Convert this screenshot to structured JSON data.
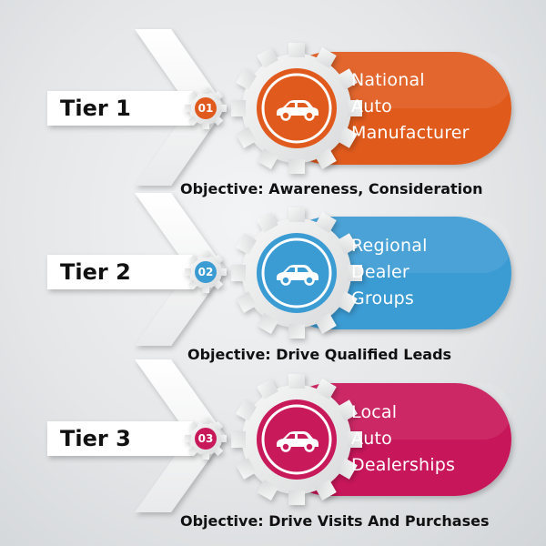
{
  "tiers": [
    {
      "label": "Tier 1",
      "number": "01",
      "title_lines": [
        "National",
        "Auto",
        "Manufacturer"
      ],
      "objective": "Objective: Awareness, Consideration",
      "color": "#e05a1e",
      "icon": "car-icon"
    },
    {
      "label": "Tier 2",
      "number": "02",
      "title_lines": [
        "Regional",
        "Dealer",
        "Groups"
      ],
      "objective": "Objective: Drive Qualified Leads",
      "color": "#3b9bd3",
      "icon": "car-icon"
    },
    {
      "label": "Tier 3",
      "number": "03",
      "title_lines": [
        "Local",
        "Auto",
        "Dealerships"
      ],
      "objective": "Objective: Drive Visits And Purchases",
      "color": "#c8195a",
      "icon": "car-icon"
    }
  ]
}
